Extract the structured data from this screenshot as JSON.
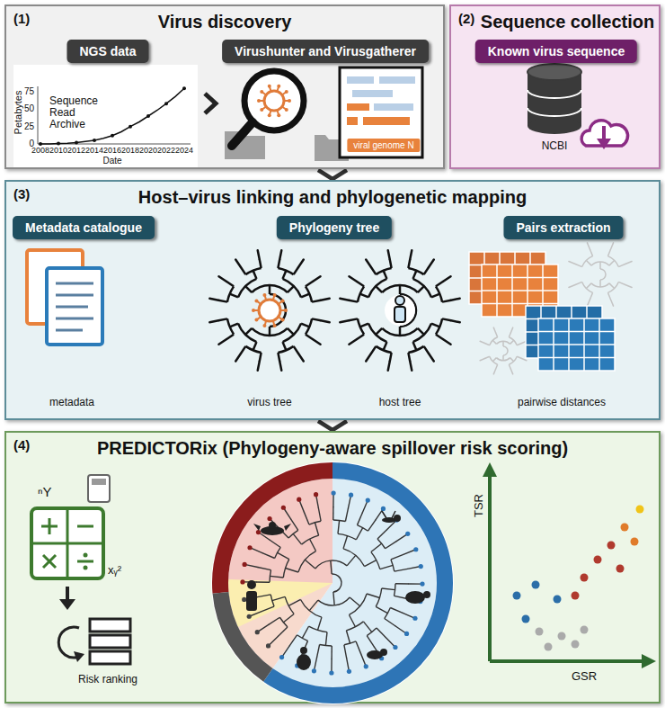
{
  "diagram": {
    "nodes": [
      {
        "text": [
          "(1)",
          "Virus discovery"
        ]
      },
      {
        "text": [
          "NGS data"
        ],
        "in": 0
      },
      {
        "text": [
          "Virushunter and Virusgatherer"
        ],
        "in": 0
      },
      {
        "text": [
          "viral genome N"
        ],
        "in": 0
      },
      {
        "text": [
          "(2)",
          "Sequence collection"
        ]
      },
      {
        "text": [
          "Known virus sequence"
        ],
        "in": 4
      },
      {
        "text": [
          "(3)",
          "Host–virus linking and phylogenetic mapping"
        ]
      },
      {
        "text": [
          "Metadata catalogue"
        ],
        "in": 6
      },
      {
        "text": [
          "Phylogeny tree"
        ],
        "in": 6
      },
      {
        "text": [
          "Pairs extraction"
        ],
        "in": 6
      },
      {
        "text": [
          "(4)",
          "PREDICTORix (Phylogeny-aware spillover risk scoring)"
        ]
      }
    ],
    "edges": [
      {
        "from": 0,
        "to": 6,
        "arrow": "to"
      },
      {
        "from": 6,
        "to": 10,
        "arrow": "to"
      }
    ],
    "labels": [
      "Petabytes",
      "0",
      "25",
      "50",
      "75",
      "2008",
      "2010",
      "2012",
      "2014",
      "2016",
      "2018",
      "2020",
      "2022",
      "2024",
      "Sequence Read Archive",
      "Date",
      "NCBI",
      "metadata",
      "virus tree",
      "host tree",
      "pairwise distances",
      "ⁿY",
      "xᵧ²",
      "Risk ranking",
      "TSR",
      "GSR"
    ]
  }
}
